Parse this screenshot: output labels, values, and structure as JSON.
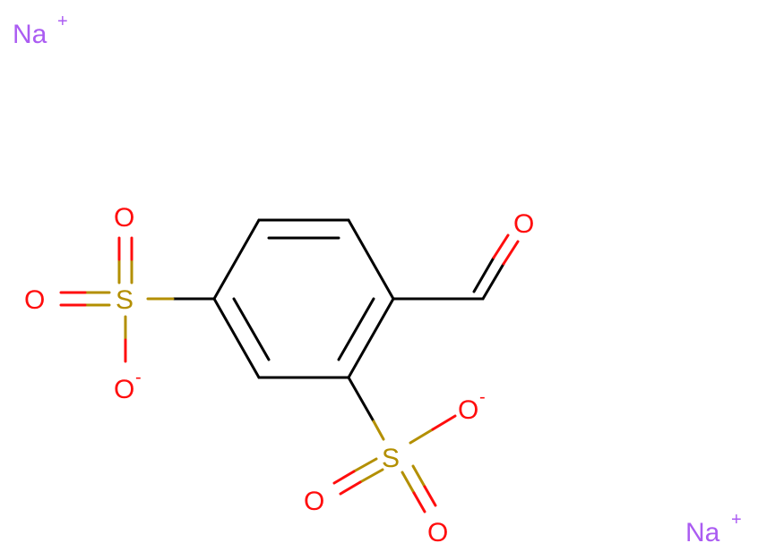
{
  "molecule": {
    "colors": {
      "bond": "#000000",
      "oxygen": "#ff0d0d",
      "sulfur": "#b38f00",
      "sodium": "#ab5cf2"
    },
    "atoms": {
      "sodium_top": {
        "symbol": "Na",
        "charge": "+"
      },
      "sodium_bottom": {
        "symbol": "Na",
        "charge": "+"
      },
      "aldehyde_oxygen": {
        "symbol": "O"
      },
      "sulfonate_left": {
        "sulfur": "S",
        "oxygen_top": "O",
        "oxygen_left": "O",
        "oxygen_bottom": "O",
        "oxygen_bottom_charge": "-"
      },
      "sulfonate_right": {
        "sulfur": "S",
        "oxygen_right": "O",
        "oxygen_right_charge": "-",
        "oxygen_left": "O",
        "oxygen_bottom": "O"
      }
    }
  }
}
